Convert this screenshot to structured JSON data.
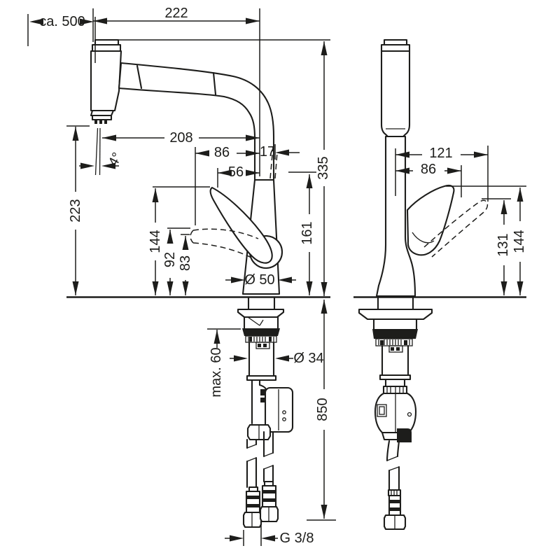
{
  "drawing": {
    "background": "#ffffff",
    "line_color": "#1d1d1b",
    "kind": "dimensioned technical drawing",
    "subject": "kitchen mixer tap with pull-out spray, front view and side view, mounting parts and supply hoses below the deck"
  },
  "dims": {
    "width_top": "222",
    "pullout": "ca. 500",
    "reach": "208",
    "lever_front": "86",
    "lever_overhang": "17",
    "lever_front_solid": "56",
    "height_total": "335",
    "height_outlet": "223",
    "height_body": "161",
    "height_lever_left": "144",
    "height_lever_raised": "92",
    "height_lever_lowered": "83",
    "spray_angle": "4°",
    "base_dia": "Ø 50",
    "shank_dia": "Ø 34",
    "counter_max": "max. 60",
    "hose_below": "850",
    "thread": "G 3/8",
    "side_reach_open": "121",
    "side_reach": "86",
    "side_height_open": "131",
    "side_height": "144"
  }
}
